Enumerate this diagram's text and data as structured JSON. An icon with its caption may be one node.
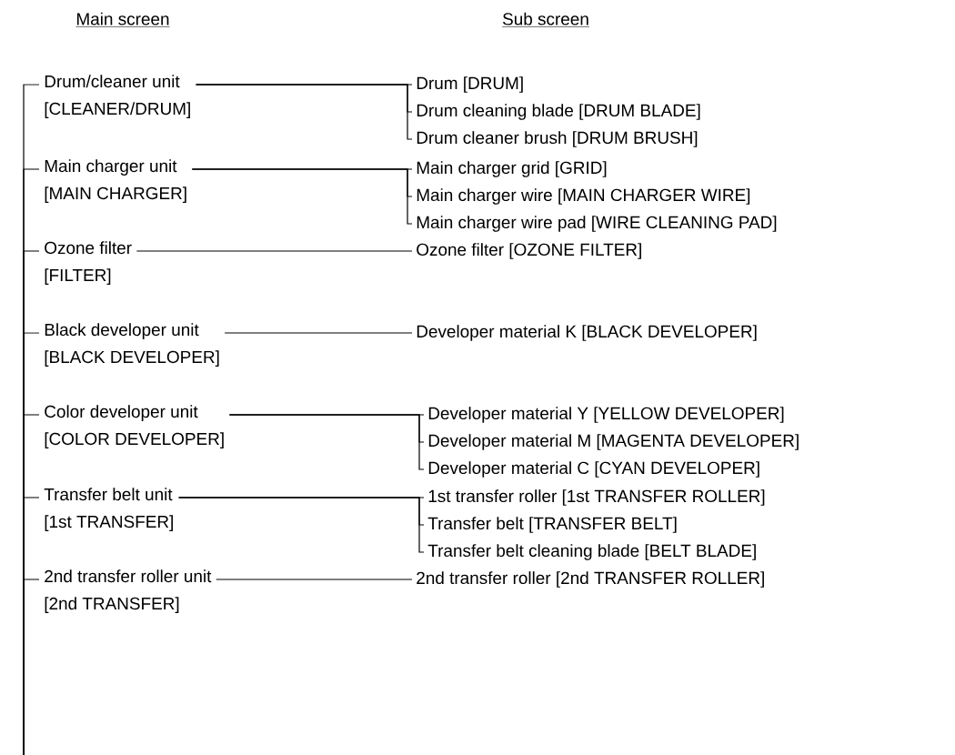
{
  "diagram": {
    "nodes": [
      {
        "text": [
          "Drum/cleaner unit",
          "[CLEANER/DRUM]"
        ]
      },
      {
        "text": [
          "Drum [DRUM]"
        ]
      },
      {
        "text": [
          "Drum cleaning blade [DRUM BLADE]"
        ]
      },
      {
        "text": [
          "Drum cleaner brush [DRUM BRUSH]"
        ]
      },
      {
        "text": [
          "Main charger unit",
          "[MAIN CHARGER]"
        ]
      },
      {
        "text": [
          "Main charger grid [GRID]"
        ]
      },
      {
        "text": [
          "Main charger wire [MAIN CHARGER WIRE]"
        ]
      },
      {
        "text": [
          "Main charger wire pad [WIRE CLEANING PAD]"
        ]
      },
      {
        "text": [
          "Ozone filter",
          "[FILTER]"
        ]
      },
      {
        "text": [
          "Ozone filter [OZONE FILTER]"
        ]
      },
      {
        "text": [
          "Black developer unit",
          "[BLACK DEVELOPER]"
        ]
      },
      {
        "text": [
          "Developer material K [BLACK DEVELOPER]"
        ]
      },
      {
        "text": [
          "Color developer unit",
          "[COLOR DEVELOPER]"
        ]
      },
      {
        "text": [
          "Developer material Y [YELLOW DEVELOPER]"
        ]
      },
      {
        "text": [
          "Developer material M [MAGENTA DEVELOPER]"
        ]
      },
      {
        "text": [
          "Developer material C [CYAN DEVELOPER]"
        ]
      },
      {
        "text": [
          "Transfer belt unit",
          "[1st TRANSFER]"
        ]
      },
      {
        "text": [
          "1st transfer roller [1st TRANSFER ROLLER]"
        ]
      },
      {
        "text": [
          "Transfer belt [TRANSFER BELT]"
        ]
      },
      {
        "text": [
          "Transfer belt cleaning blade [BELT BLADE]"
        ]
      },
      {
        "text": [
          "2nd transfer roller unit",
          "[2nd TRANSFER]"
        ]
      },
      {
        "text": [
          "2nd transfer roller [2nd TRANSFER ROLLER]"
        ]
      }
    ],
    "edges": [
      {
        "from": null,
        "to": 0,
        "arrow": "none"
      },
      {
        "from": null,
        "to": 4,
        "arrow": "none"
      },
      {
        "from": null,
        "to": 8,
        "arrow": "none"
      },
      {
        "from": null,
        "to": 10,
        "arrow": "none"
      },
      {
        "from": null,
        "to": 12,
        "arrow": "none"
      },
      {
        "from": null,
        "to": 16,
        "arrow": "none"
      },
      {
        "from": null,
        "to": 20,
        "arrow": "none"
      },
      {
        "from": 0,
        "to": 1,
        "arrow": "none"
      },
      {
        "from": 0,
        "to": 2,
        "arrow": "none"
      },
      {
        "from": 0,
        "to": 3,
        "arrow": "none"
      },
      {
        "from": 4,
        "to": 5,
        "arrow": "none"
      },
      {
        "from": 4,
        "to": 6,
        "arrow": "none"
      },
      {
        "from": 4,
        "to": 7,
        "arrow": "none"
      },
      {
        "from": 8,
        "to": 9,
        "arrow": "none"
      },
      {
        "from": 10,
        "to": 11,
        "arrow": "none"
      },
      {
        "from": 12,
        "to": 13,
        "arrow": "none"
      },
      {
        "from": 12,
        "to": 14,
        "arrow": "none"
      },
      {
        "from": 12,
        "to": 15,
        "arrow": "none"
      },
      {
        "from": 16,
        "to": 17,
        "arrow": "none"
      },
      {
        "from": 16,
        "to": 18,
        "arrow": "none"
      },
      {
        "from": 16,
        "to": 19,
        "arrow": "none"
      },
      {
        "from": 20,
        "to": 21,
        "arrow": "none"
      }
    ],
    "labels": [
      "Main screen",
      "Sub screen"
    ]
  }
}
